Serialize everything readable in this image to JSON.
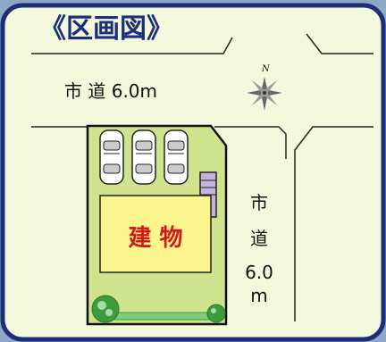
{
  "title": "《区画図》",
  "compass": {
    "letter": "N",
    "icon": "north-compass-icon"
  },
  "roads": {
    "top": {
      "label": "市 道 6.0m"
    },
    "right": {
      "lines": [
        "市",
        "道",
        "6.0",
        "m"
      ]
    }
  },
  "building": {
    "label": "建 物"
  },
  "parking": {
    "cars": 3
  },
  "colors": {
    "frame_border": "#1c2f7a",
    "background": "#f4f8dc",
    "title_text": "#1c2f7a",
    "lot_fill": "#cfe28c",
    "lot_border": "#111111",
    "building_fill": "#fbf58e",
    "building_text": "#d01a1a",
    "storage_fill": "#c4b2e0",
    "hedge": "#3c9c3c"
  }
}
